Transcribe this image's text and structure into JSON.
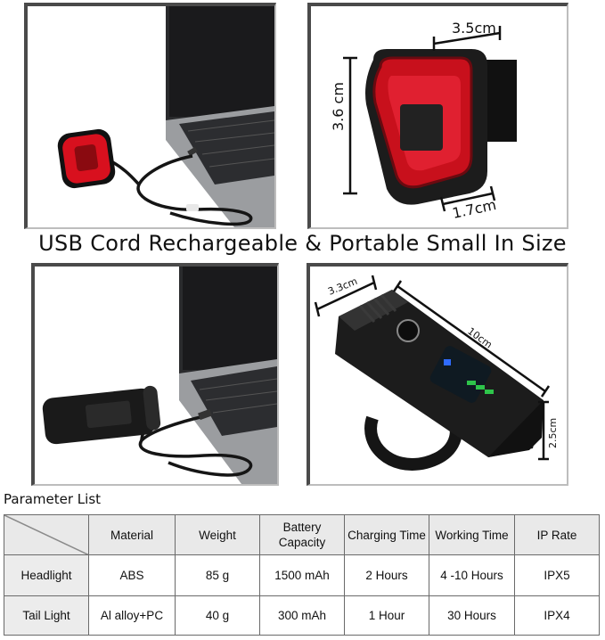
{
  "headline": "USB Cord Rechargeable & Portable Small In Size",
  "dimensions": {
    "tail_width": "3.5cm",
    "tail_height": "3.6 cm",
    "tail_depth": "1.7cm",
    "head_width": "3.3cm",
    "head_length": "10cm",
    "head_height": "2.5cm"
  },
  "colors": {
    "tail_light_red": "#d8101e",
    "body_black": "#1c1c1c",
    "laptop_gray": "#8a8c8f",
    "indicator_green": "#2ec44a",
    "indicator_blue": "#2f6bff"
  },
  "table": {
    "title": "Parameter List",
    "headers": [
      "Material",
      "Weight",
      "Battery Capacity",
      "Charging Time",
      "Working Time",
      "IP Rate"
    ],
    "rows": [
      {
        "label": "Headlight",
        "cells": [
          "ABS",
          "85 g",
          "1500 mAh",
          "2 Hours",
          "4 -10 Hours",
          "IPX5"
        ]
      },
      {
        "label": "Tail Light",
        "cells": [
          "Al alloy+PC",
          "40 g",
          "300 mAh",
          "1 Hour",
          "30 Hours",
          "IPX4"
        ]
      }
    ]
  }
}
